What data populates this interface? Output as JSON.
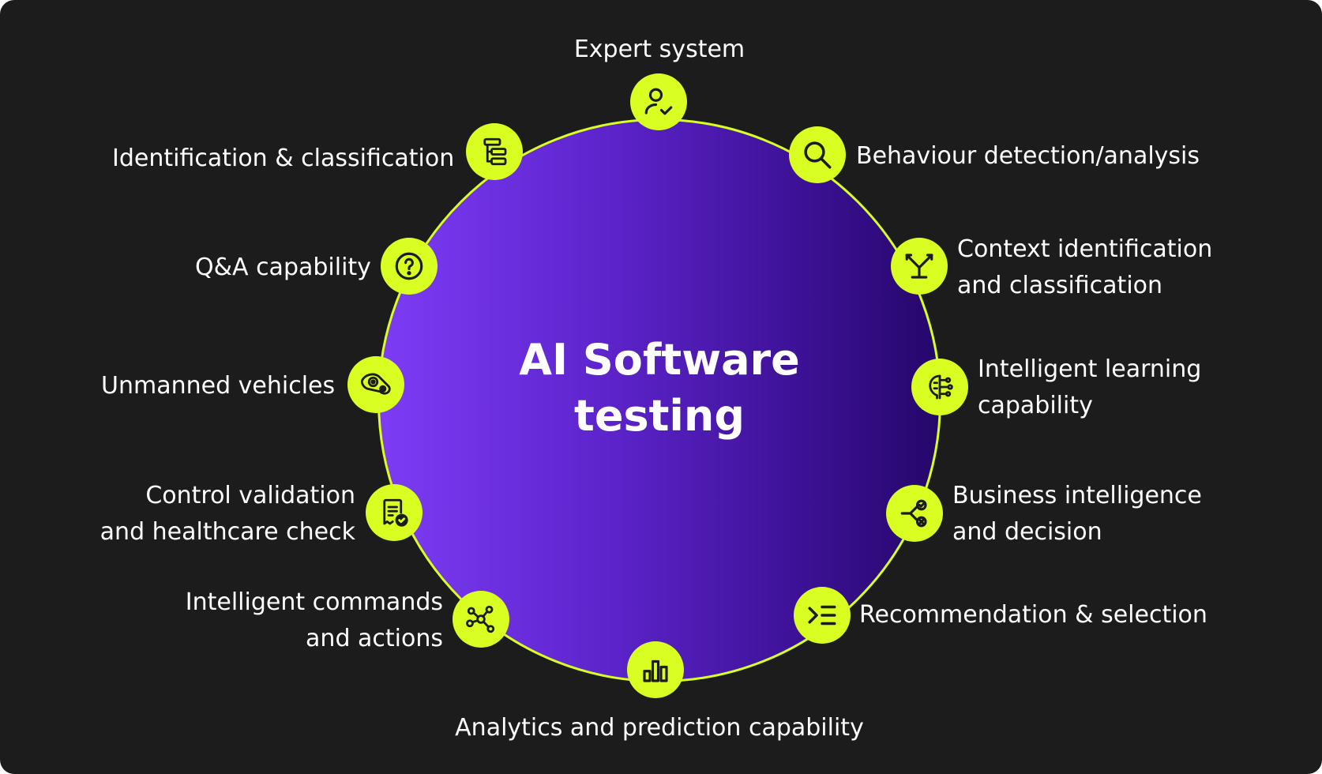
{
  "title_lines": [
    "AI Software",
    "testing"
  ],
  "accent_color": "#d8ff21",
  "background_color": "#1c1c1c",
  "circle_gradient": [
    "#7d3cf5",
    "#25076a"
  ],
  "capabilities": [
    {
      "icon": "user-check-icon",
      "lines": [
        "Expert system"
      ]
    },
    {
      "icon": "search-icon",
      "lines": [
        "Behaviour detection/analysis"
      ]
    },
    {
      "icon": "split-arrows-icon",
      "lines": [
        "Context identification",
        "and classification"
      ]
    },
    {
      "icon": "brain-circuit-icon",
      "lines": [
        "Intelligent learning",
        "capability"
      ]
    },
    {
      "icon": "decision-branch-icon",
      "lines": [
        "Business intelligence",
        "and decision"
      ]
    },
    {
      "icon": "list-select-icon",
      "lines": [
        "Recommendation & selection"
      ]
    },
    {
      "icon": "bar-chart-icon",
      "lines": [
        "Analytics and prediction capability"
      ]
    },
    {
      "icon": "network-nodes-icon",
      "lines": [
        "Intelligent commands",
        "and actions"
      ]
    },
    {
      "icon": "document-check-icon",
      "lines": [
        "Control validation",
        "and healthcare check"
      ]
    },
    {
      "icon": "vehicle-gear-icon",
      "lines": [
        "Unmanned vehicles"
      ]
    },
    {
      "icon": "question-circle-icon",
      "lines": [
        "Q&A capability"
      ]
    },
    {
      "icon": "hierarchy-list-icon",
      "lines": [
        "Identification & classification"
      ]
    }
  ]
}
